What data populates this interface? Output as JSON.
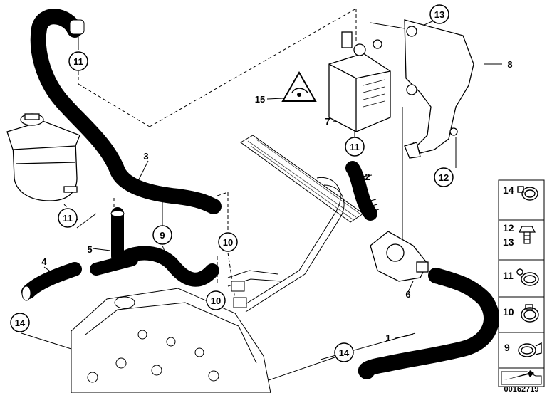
{
  "callouts": {
    "c11_top": "11",
    "c11_mid": "11",
    "c11_left": "11",
    "c13": "13",
    "c12": "12",
    "c9": "9",
    "c10_a": "10",
    "c10_b": "10",
    "c14_left": "14",
    "c14_bottom": "14"
  },
  "labels": {
    "l1": "1",
    "l2": "2",
    "l3": "3",
    "l4": "4",
    "l5": "5",
    "l6": "6",
    "l7": "7",
    "l8": "8",
    "l15": "15"
  },
  "legend": [
    {
      "num": "14"
    },
    {
      "num": "12",
      "num2": "13"
    },
    {
      "num": "11"
    },
    {
      "num": "10"
    },
    {
      "num": "9"
    }
  ],
  "document_number": "00162719"
}
